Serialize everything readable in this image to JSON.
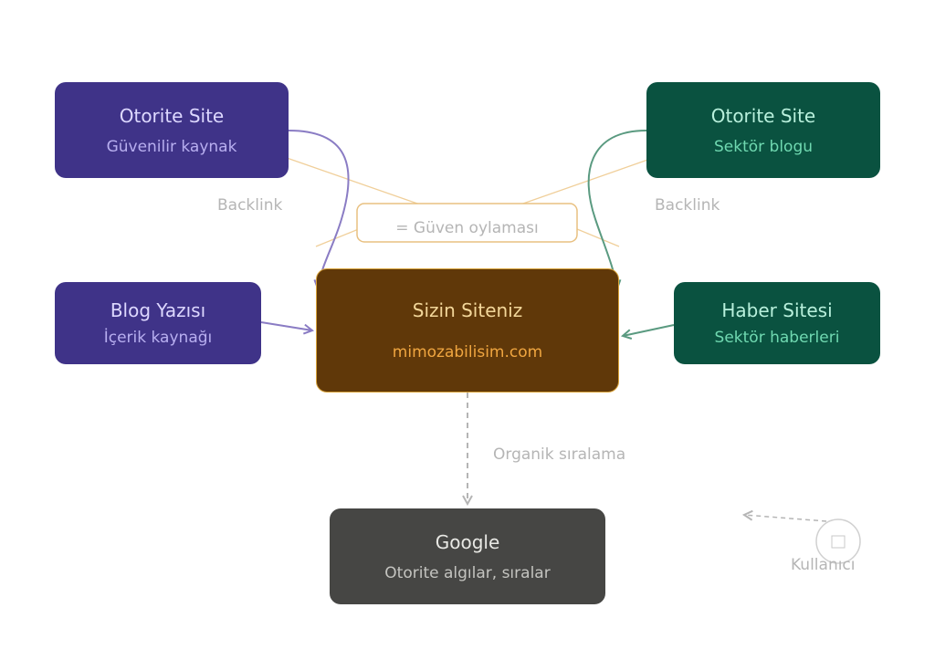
{
  "nodes": {
    "authority_left": {
      "title": "Otorite Site",
      "subtitle": "Güvenilir kaynak"
    },
    "authority_right": {
      "title": "Otorite Site",
      "subtitle": "Sektör blogu"
    },
    "blog_post": {
      "title": "Blog Yazısı",
      "subtitle": "İçerik kaynağı"
    },
    "news_site": {
      "title": "Haber Sitesi",
      "subtitle": "Sektör haberleri"
    },
    "your_site": {
      "title": "Sizin Siteniz",
      "subtitle": "mimozabilisim.com"
    },
    "google": {
      "title": "Google",
      "subtitle": "Otorite algılar, sıralar"
    }
  },
  "labels": {
    "backlink_left": "Backlink",
    "backlink_right": "Backlink",
    "trust_vote": "= Güven oylaması",
    "organic_ranking": "Organik sıralama",
    "user": "Kullanıcı"
  },
  "colors": {
    "purple_box": "#3f3388",
    "green_box": "#0a5240",
    "center_box": "#603809",
    "center_border": "#d9a33a",
    "google_box": "#464644",
    "purple_arrow": "#8a7cc4",
    "green_arrow": "#5a9a80",
    "vote_line": "#f0cf9a"
  }
}
